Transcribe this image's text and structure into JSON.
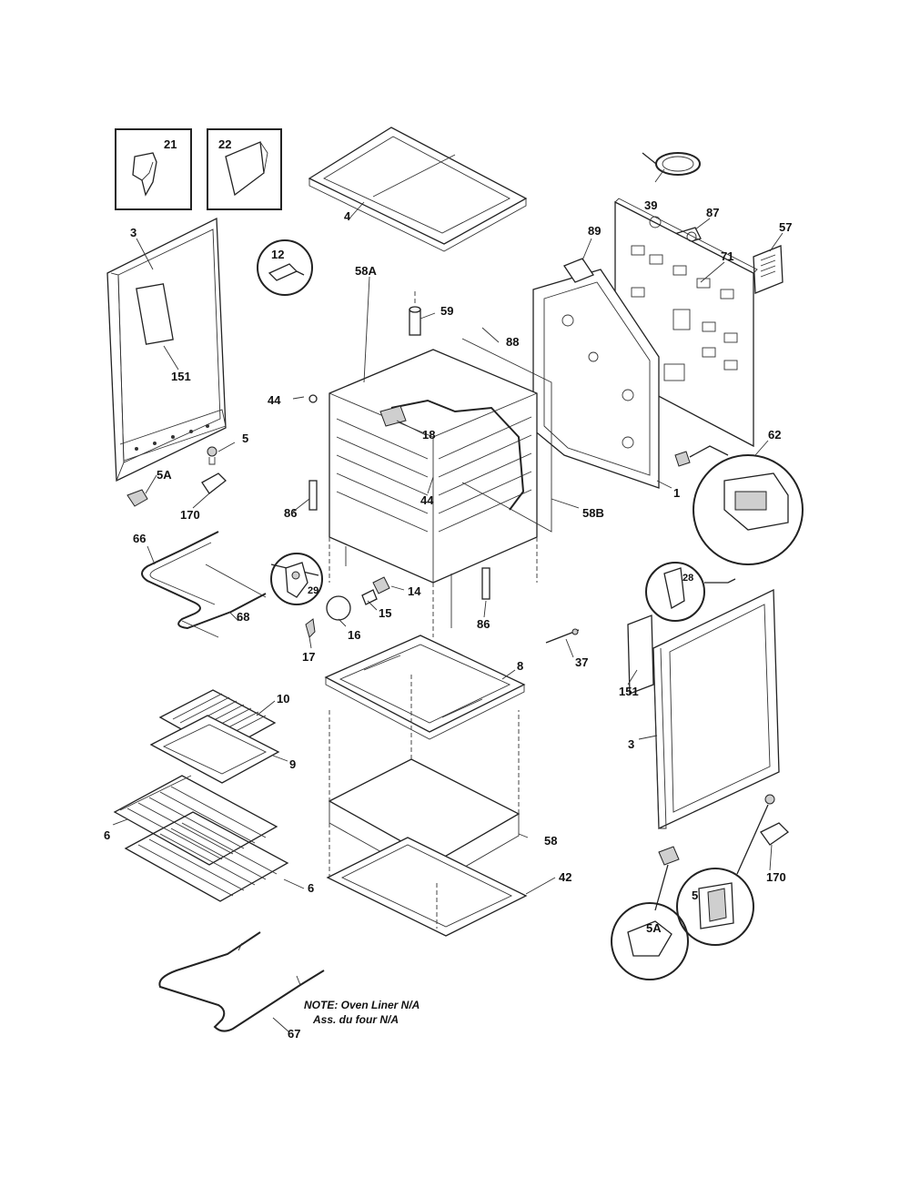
{
  "callouts": {
    "c21": "21",
    "c22": "22",
    "c3a": "3",
    "c4": "4",
    "c39": "39",
    "c87": "87",
    "c57": "57",
    "c89": "89",
    "c71": "71",
    "c59": "59",
    "c88a": "88",
    "c12": "12",
    "c58a": "58A",
    "c151a": "151",
    "c44a": "44",
    "c18": "18",
    "c5a": "5",
    "c5aa": "5A",
    "c170a": "170",
    "c86a": "86",
    "c44b": "44",
    "c58b": "58B",
    "c1": "1",
    "c62": "62",
    "c66": "66",
    "c29": "29",
    "c14": "14",
    "c15": "15",
    "c88b": "68",
    "c16": "16",
    "c17": "17",
    "c86b": "86",
    "c28": "28",
    "c37": "37",
    "c151b": "151",
    "c8": "8",
    "c10": "10",
    "c9": "9",
    "c3b": "3",
    "c6a": "6",
    "c58": "58",
    "c6b": "6",
    "c42": "42",
    "c170b": "170",
    "c5b": "5",
    "c5ab": "5A",
    "c67": "67"
  },
  "note": {
    "line1": "NOTE: Oven Liner N/A",
    "line2": "Ass. du four N/A"
  }
}
